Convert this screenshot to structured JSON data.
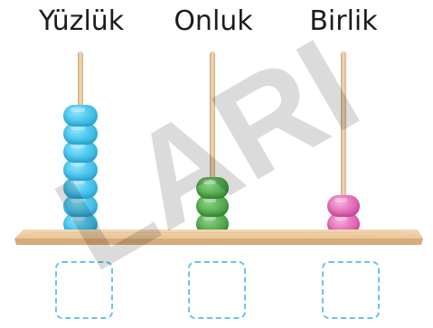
{
  "columns": [
    {
      "label": "Yüzlük",
      "bead_count": 7,
      "bead_color": "#3ec0ea"
    },
    {
      "label": "Onluk",
      "bead_count": 3,
      "bead_color": "#4fae4b"
    },
    {
      "label": "Birlik",
      "bead_count": 2,
      "bead_color": "#e069b3"
    }
  ],
  "answer_boxes": [
    "",
    "",
    ""
  ],
  "watermark": "LARI",
  "colors": {
    "base_wood": "#eccda4",
    "rod": "#e5c79d",
    "box_border": "#6cc3ec"
  }
}
